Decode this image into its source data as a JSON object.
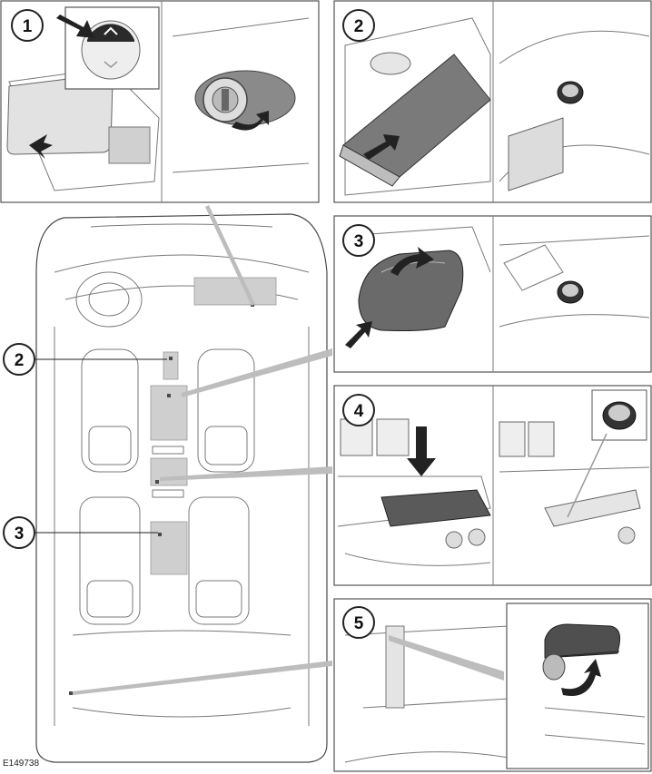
{
  "figure": {
    "id": "E149738"
  },
  "callouts": [
    {
      "label": "1"
    },
    {
      "label": "2"
    },
    {
      "label": "3"
    },
    {
      "label": "4"
    },
    {
      "label": "5"
    }
  ],
  "car_callouts": [
    {
      "label": "2"
    },
    {
      "label": "3"
    }
  ]
}
